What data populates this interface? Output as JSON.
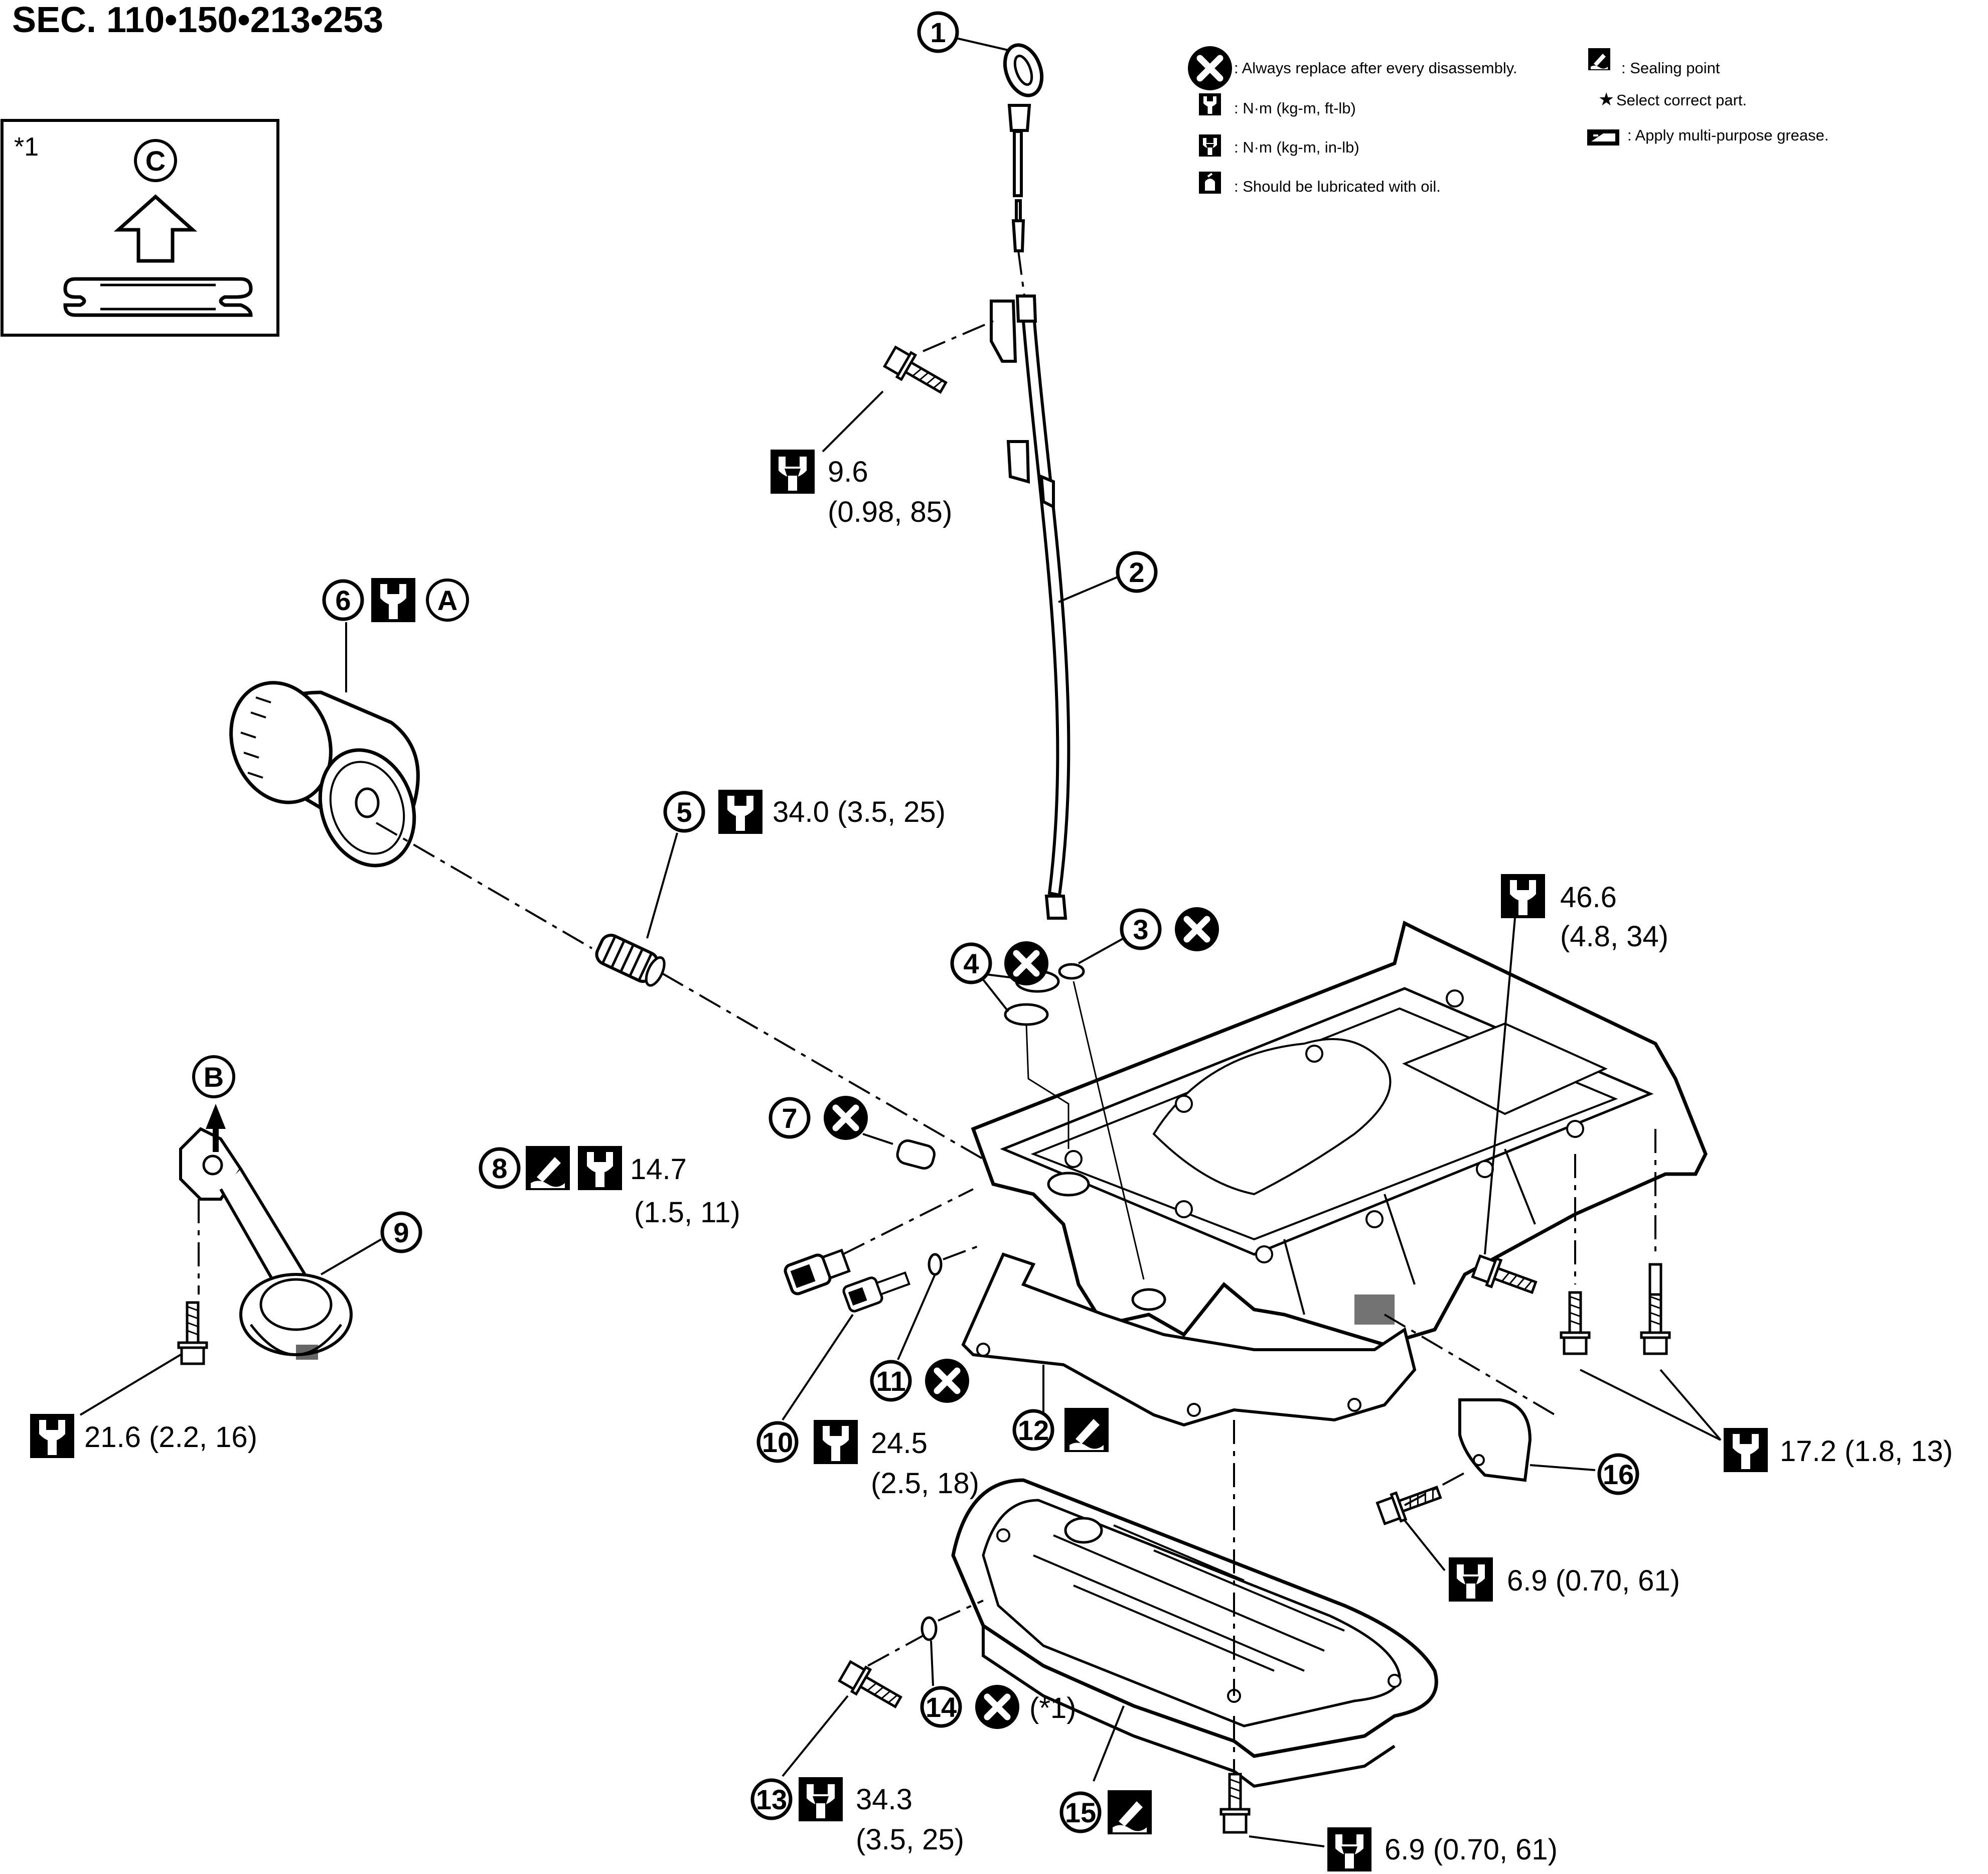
{
  "title": "SEC. 110•150•213•253",
  "inset": {
    "label": "*1",
    "callout": "C"
  },
  "legend": {
    "replace": ": Always replace after every disassembly.",
    "torque_ftlb": ": N·m (kg-m, ft-lb)",
    "torque_inlb": ": N·m (kg-m, in-lb)",
    "oil": ": Should be lubricated with oil.",
    "sealing": ": Sealing point",
    "select": "Select correct part.",
    "grease": ": Apply multi-purpose grease.",
    "star": "★"
  },
  "callouts": {
    "p1": "1",
    "p2": "2",
    "p3": "3",
    "p4": "4",
    "p5": "5",
    "p6": "6",
    "p7": "7",
    "p8": "8",
    "p9": "9",
    "p10": "10",
    "p11": "11",
    "p12": "12",
    "p13": "13",
    "p14": "14",
    "p15": "15",
    "p16": "16",
    "A": "A",
    "B": "B"
  },
  "torques": {
    "t_dipstick_1": "9.6",
    "t_dipstick_2": "(0.98, 85)",
    "t5": "34.0 (3.5, 25)",
    "t46_1": "46.6",
    "t46_2": "(4.8, 34)",
    "t8_1": "14.7",
    "t8_2": "(1.5, 11)",
    "t9": "21.6 (2.2, 16)",
    "t10_1": "24.5",
    "t10_2": "(2.5, 18)",
    "t17": "17.2 (1.8, 13)",
    "t16": "6.9 (0.70, 61)",
    "t13_1": "34.3",
    "t13_2": "(3.5, 25)",
    "t14": "(*1)",
    "t_bottom": "6.9 (0.70, 61)"
  }
}
